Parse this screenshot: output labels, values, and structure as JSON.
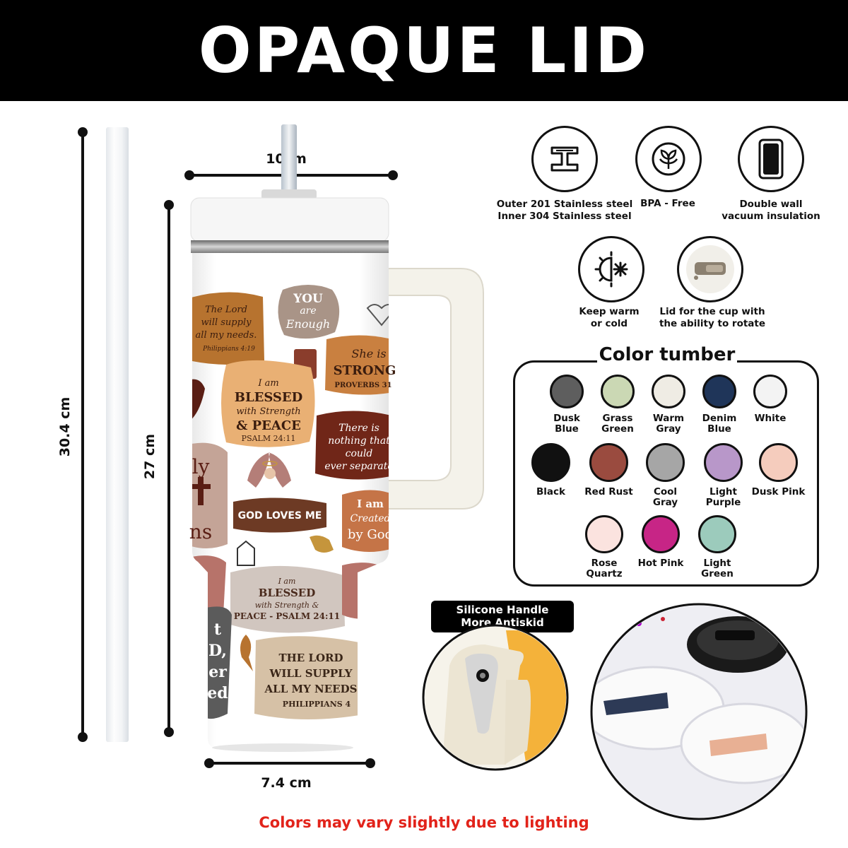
{
  "banner": {
    "title": "OPAQUE LID"
  },
  "dimensions": {
    "top_width": "10cm",
    "bottom_width": "7.4 cm",
    "total_height": "30.4 cm",
    "body_height": "27 cm"
  },
  "features": [
    {
      "icon": "stainless-steel-beam-icon",
      "label_line1": "Outer 201 Stainless steel",
      "label_line2": "Inner 304 Stainless steel"
    },
    {
      "icon": "bpa-free-leaf-icon",
      "label_line1": "BPA - Free",
      "label_line2": ""
    },
    {
      "icon": "double-wall-cup-icon",
      "label_line1": "Double wall",
      "label_line2": "vacuum insulation"
    },
    {
      "icon": "sun-snowflake-icon",
      "label_line1": "Keep warm",
      "label_line2": "or cold"
    },
    {
      "icon": "rotating-lid-icon",
      "label_line1": "Lid for the cup with",
      "label_line2": "the ability to rotate"
    }
  ],
  "color_section": {
    "title": "Color tumber",
    "swatches": [
      {
        "line1": "Dusk",
        "line2": "Blue",
        "color": "#5e5e5e"
      },
      {
        "line1": "Grass",
        "line2": "Green",
        "color": "#cbd8b4"
      },
      {
        "line1": "Warm",
        "line2": "Gray",
        "color": "#efece4"
      },
      {
        "line1": "Denim",
        "line2": "Blue",
        "color": "#1f3559"
      },
      {
        "line1": "White",
        "line2": "",
        "color": "#f3f3f3"
      },
      {
        "line1": "Black",
        "line2": "",
        "color": "#111111"
      },
      {
        "line1": "Red Rust",
        "line2": "",
        "color": "#9a4b3f"
      },
      {
        "line1": "Cool",
        "line2": "Gray",
        "color": "#a6a6a6"
      },
      {
        "line1": "Light",
        "line2": "Purple",
        "color": "#b897c9"
      },
      {
        "line1": "Dusk Pink",
        "line2": "",
        "color": "#f5ccbd"
      },
      {
        "line1": "Rose",
        "line2": "Quartz",
        "color": "#fbe3df"
      },
      {
        "line1": "Hot Pink",
        "line2": "",
        "color": "#c72586"
      },
      {
        "line1": "Light",
        "line2": "Green",
        "color": "#9ccbbc"
      }
    ]
  },
  "stickers": {
    "s1": [
      "The Lord",
      "will supply",
      "all my needs.",
      "Philippians 4:19"
    ],
    "s2": [
      "YOU",
      "are",
      "Enough"
    ],
    "s3": [
      "She is",
      "STRONG",
      "PROVERBS 31"
    ],
    "s4": [
      "I am",
      "BLESSED",
      "with Strength",
      "& PEACE",
      "PSALM 24:11"
    ],
    "s5": [
      "There is",
      "nothing that",
      "could",
      "ever separate"
    ],
    "s6": [
      "GOD LOVES ME"
    ],
    "s7": [
      "I am",
      "Created",
      "by God"
    ],
    "s8": [
      "I am",
      "BLESSED",
      "with Strength &",
      "PEACE - PSALM 24:11"
    ],
    "s9": [
      "THE LORD",
      "WILL SUPPLY",
      "ALL MY NEEDS",
      "PHILIPPIANS 4"
    ],
    "s10": [
      "ly",
      "ns"
    ],
    "s11": [
      "t",
      "D,",
      "er",
      "ed"
    ]
  },
  "callout": {
    "line1": "Silicone Handle",
    "line2": "More Antiskid"
  },
  "disclaimer": "Colors may vary slightly due to lighting"
}
